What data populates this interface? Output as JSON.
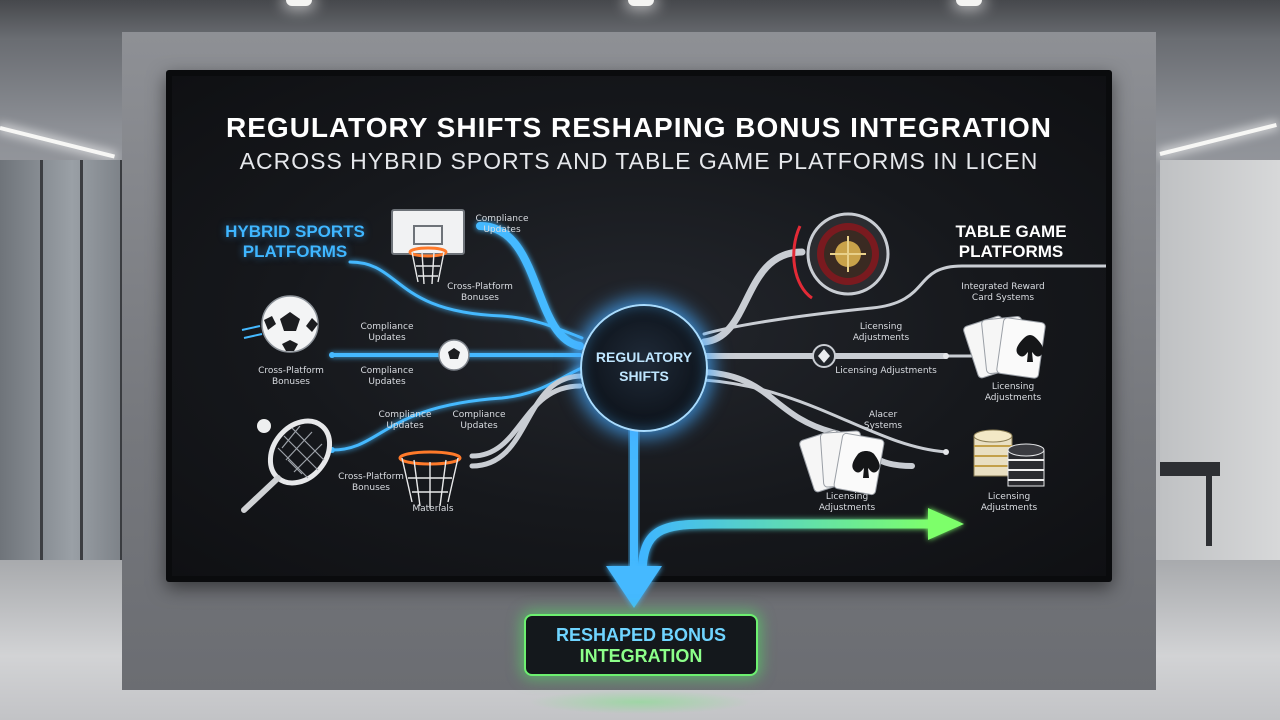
{
  "screen": {
    "title": "REGULATORY SHIFTS RESHAPING BONUS INTEGRATION",
    "subtitle": "ACROSS HYBRID SPORTS AND TABLE GAME PLATFORMS IN LICEN"
  },
  "left_panel": {
    "heading_line1": "HYBRID SPORTS",
    "heading_line2": "PLATFORMS",
    "labels": {
      "compliance_top_1": "Compliance",
      "compliance_top_2": "Updates",
      "cross_top_1": "Cross-Platform",
      "cross_top_2": "Bonuses",
      "compliance_mid_1": "Compliance",
      "compliance_mid_2": "Updates",
      "cross_mid_1": "Cross-Platform",
      "cross_mid_2": "Bonuses",
      "compliance_low_1": "Compliance",
      "compliance_low_2": "Updates",
      "compliance_a_1": "Compliance",
      "compliance_a_2": "Updates",
      "compliance_b_1": "Compliance",
      "compliance_b_2": "Updates",
      "cross_bottom_1": "Cross-Platform",
      "cross_bottom_2": "Bonuses",
      "materials": "Materials"
    }
  },
  "hub": {
    "line1": "REGULATORY",
    "line2": "SHIFTS"
  },
  "right_panel": {
    "heading_line1": "TABLE GAME",
    "heading_line2": "PLATFORMS",
    "labels": {
      "reward_1": "Integrated Reward",
      "reward_2": "Card Systems",
      "licensing_top_1": "Licensing",
      "licensing_top_2": "Adjustments",
      "licensing_mid": "Licensing Adjustments",
      "licensing_right_1": "Licensing",
      "licensing_right_2": "Adjustments",
      "alert_1": "Alacer",
      "alert_2": "Systems",
      "licensing_cards_1": "Licensing",
      "licensing_cards_2": "Adjustments",
      "licensing_chips_1": "Licensing",
      "licensing_chips_2": "Adjustments"
    }
  },
  "outcome": {
    "line1": "RESHAPED BONUS",
    "line2": "INTEGRATION"
  },
  "colors": {
    "blue": "#3fb6ff",
    "green": "#6df070",
    "silver": "#c9cdd3"
  }
}
